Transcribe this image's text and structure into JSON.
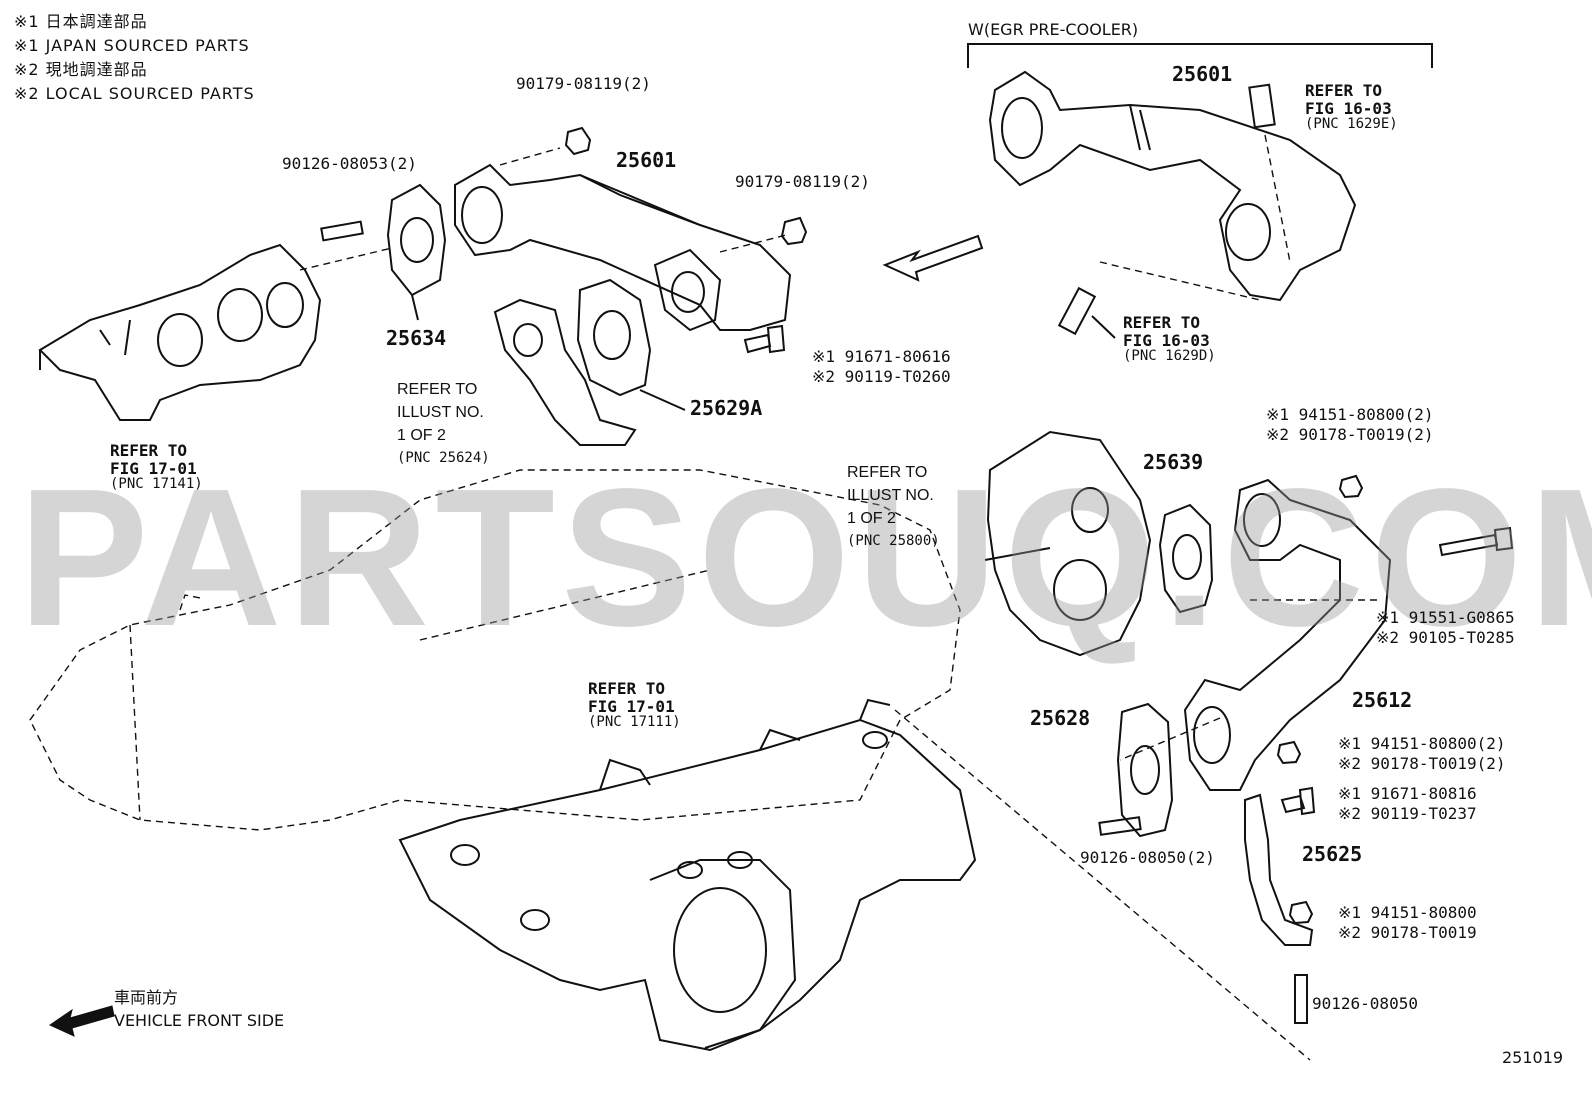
{
  "notes": [
    "※1 日本調達部品",
    "※1 JAPAN SOURCED PARTS",
    "※2 現地調達部品",
    "※2 LOCAL SOURCED PARTS"
  ],
  "egr_group_label": "W(EGR PRE-COOLER)",
  "watermark": "PARTSOUQ.COM",
  "parts": {
    "p25601_top": "25601",
    "p25601_mid": "25601",
    "p25634": "25634",
    "p25629a": "25629A",
    "p25639": "25639",
    "p25628": "25628",
    "p25612": "25612",
    "p25625": "25625",
    "bolt_90179_a": "90179-08119(2)",
    "bolt_90179_b": "90179-08119(2)",
    "stud_90126_08053": "90126-08053(2)",
    "stud_90126_08050_2": "90126-08050(2)",
    "stud_90126_08050": "90126-08050"
  },
  "alt_parts": {
    "a1_l1": "※1 91671-80616",
    "a1_l2": "※2 90119-T0260",
    "a2_l1": "※1 94151-80800(2)",
    "a2_l2": "※2 90178-T0019(2)",
    "a3_l1": "※1 91551-G0865",
    "a3_l2": "※2 90105-T0285",
    "a4_l1": "※1 94151-80800(2)",
    "a4_l2": "※2 90178-T0019(2)",
    "a5_l1": "※1 91671-80816",
    "a5_l2": "※2 90119-T0237",
    "a6_l1": "※1 94151-80800",
    "a6_l2": "※2 90178-T0019"
  },
  "refs": {
    "r1": {
      "l1": "REFER TO",
      "l2": "FIG 16-03",
      "l3": "(PNC 1629E)"
    },
    "r2": {
      "l1": "REFER TO",
      "l2": "FIG 16-03",
      "l3": "(PNC 1629D)"
    },
    "r3": {
      "l1": "REFER TO",
      "l2": "FIG 17-01",
      "l3": "(PNC 17141)"
    },
    "r4": {
      "l1": "REFER TO",
      "l2": "ILLUST NO.",
      "l3": "1 OF 2",
      "l4": "(PNC 25624)"
    },
    "r5": {
      "l1": "REFER TO",
      "l2": "ILLUST NO.",
      "l3": "1 OF 2",
      "l4": "(PNC 25800)"
    },
    "r6": {
      "l1": "REFER TO",
      "l2": "FIG 17-01",
      "l3": "(PNC 17111)"
    }
  },
  "front_side": {
    "jp": "車両前方",
    "en": "VEHICLE FRONT SIDE"
  },
  "figure_id": "251019"
}
